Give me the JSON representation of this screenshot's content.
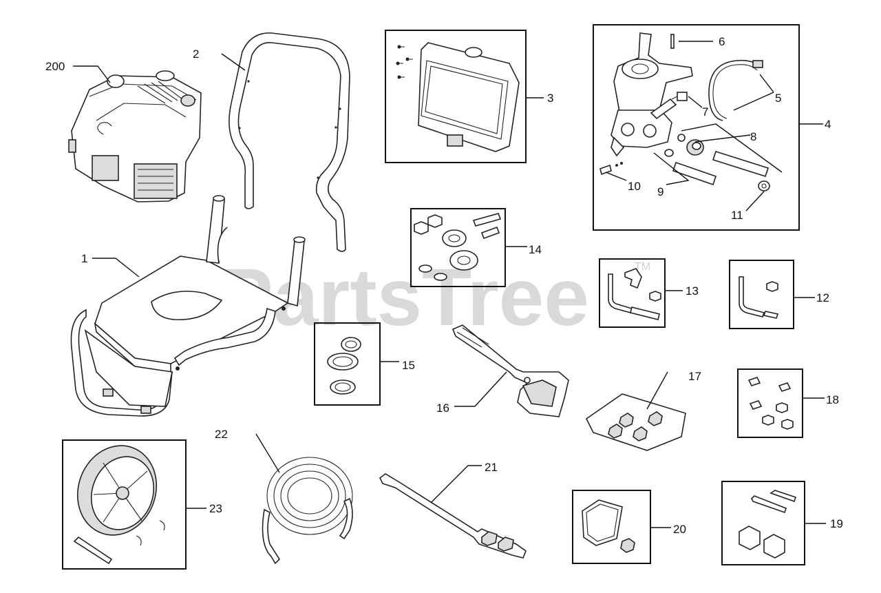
{
  "diagram": {
    "watermark": "PartsTree",
    "watermark_mark": "TM",
    "callouts": [
      {
        "id": "200",
        "label": "200"
      },
      {
        "id": "1",
        "label": "1"
      },
      {
        "id": "2",
        "label": "2"
      },
      {
        "id": "3",
        "label": "3"
      },
      {
        "id": "4",
        "label": "4"
      },
      {
        "id": "5",
        "label": "5"
      },
      {
        "id": "6",
        "label": "6"
      },
      {
        "id": "7",
        "label": "7"
      },
      {
        "id": "8",
        "label": "8"
      },
      {
        "id": "9",
        "label": "9"
      },
      {
        "id": "10",
        "label": "10"
      },
      {
        "id": "11",
        "label": "11"
      },
      {
        "id": "12",
        "label": "12"
      },
      {
        "id": "13",
        "label": "13"
      },
      {
        "id": "14",
        "label": "14"
      },
      {
        "id": "15",
        "label": "15"
      },
      {
        "id": "16",
        "label": "16"
      },
      {
        "id": "17",
        "label": "17"
      },
      {
        "id": "18",
        "label": "18"
      },
      {
        "id": "19",
        "label": "19"
      },
      {
        "id": "20",
        "label": "20"
      },
      {
        "id": "21",
        "label": "21"
      },
      {
        "id": "22",
        "label": "22"
      },
      {
        "id": "23",
        "label": "23"
      }
    ]
  }
}
